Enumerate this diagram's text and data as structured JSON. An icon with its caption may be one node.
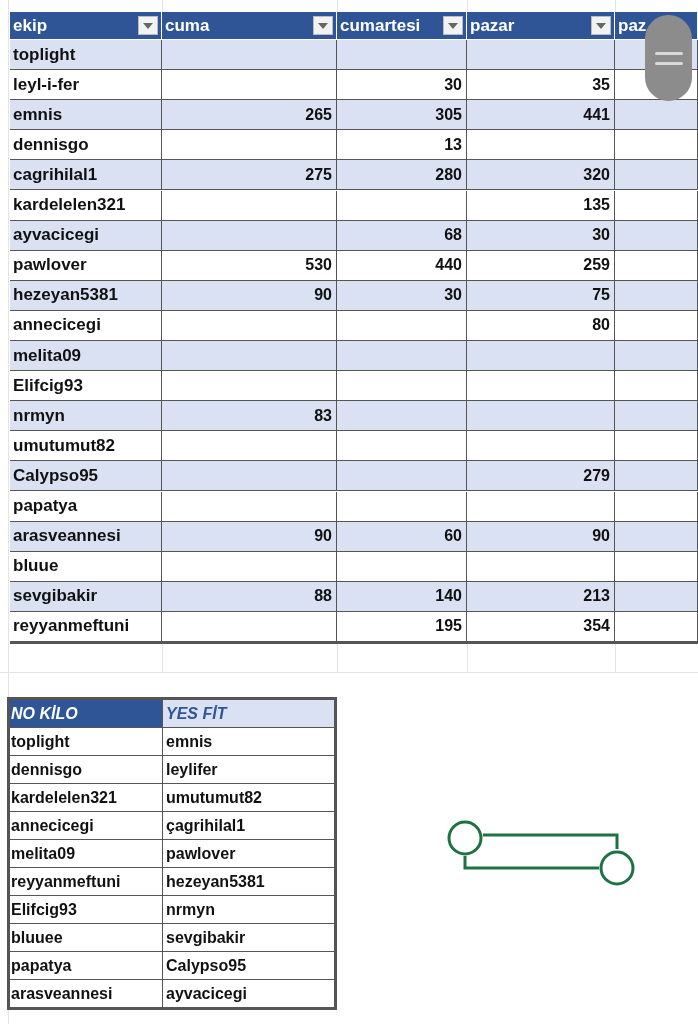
{
  "diagram": {
    "labels": [
      "ekip",
      "cuma",
      "cumartesi",
      "pazar",
      "paz",
      "toplight",
      "leyl-i-fer",
      "30",
      "35",
      "emnis",
      "265",
      "305",
      "441",
      "dennisgo",
      "13",
      "cagrihilal1",
      "275",
      "280",
      "320",
      "kardelelen321",
      "135",
      "ayvacicegi",
      "68",
      "30",
      "pawlover",
      "530",
      "440",
      "259",
      "hezeyan5381",
      "90",
      "30",
      "75",
      "annecicegi",
      "80",
      "melita09",
      "Elifcig93",
      "nrmyn",
      "83",
      "umutumut82",
      "Calypso95",
      "279",
      "papatya",
      "arasveannesi",
      "90",
      "60",
      "90",
      "bluue",
      "sevgibakir",
      "88",
      "140",
      "213",
      "reyyanmeftuni",
      "195",
      "354",
      "NO KİLO",
      "YES FİT",
      "toplight",
      "emnis",
      "dennisgo",
      "leylifer",
      "kardelelen321",
      "umutumut82",
      "annecicegi",
      "çagrihilal1",
      "melita09",
      "pawlover",
      "reyyanmeftuni",
      "hezeyan5381",
      "Elifcig93",
      "nrmyn",
      "bluuee",
      "sevgibakir",
      "papatya",
      "Calypso95",
      "arasveannesi",
      "ayvacicegi"
    ]
  }
}
